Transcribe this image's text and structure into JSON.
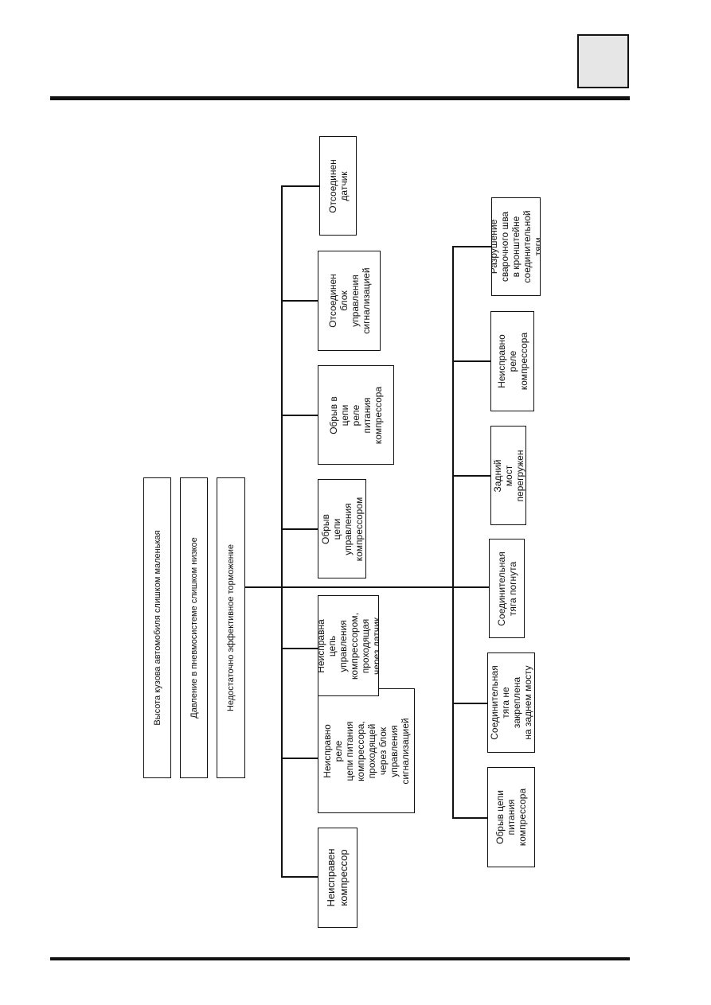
{
  "symptoms": [
    "Высота кузова автомобиля слишком маленькая",
    "Давление в пневмосистеме слишком низкое",
    "Недостаточно эффективное торможение"
  ],
  "causes_top": [
    "Неисправен\nкомпрессор",
    "Неисправно реле\nцепи питания\nкомпрессора,\nпроходящей\nчерез блок\nуправления\nсигнализацией",
    "Неисправна цепь\nуправления\nкомпрессором,\nпроходящая\nчерез датчик",
    "Обрыв\nцепи управления\nкомпрессором",
    "Обрыв в цепи\nреле питания\nкомпрессора",
    "Отсоединен блок\nуправления\nсигнализацией",
    "Отсоединен датчик"
  ],
  "causes_bottom": [
    "Обрыв цепи\nпитания\nкомпрессора",
    "Соединительная\nтяга не закреплена\nна заднем мосту",
    "Соединительная\nтяга погнута",
    "Задний мост\nперегружен",
    "Неисправно реле\nкомпрессора",
    "Разрушение\nсварочного шва\nв кронштейне\nсоединительной\nтяги"
  ]
}
